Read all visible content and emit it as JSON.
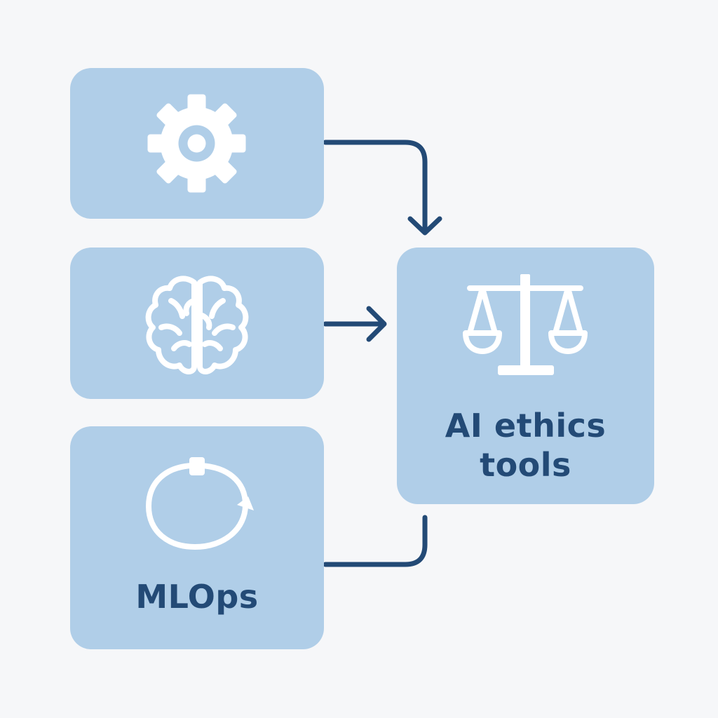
{
  "nodes": {
    "gear": {
      "icon": "gear-icon",
      "label": ""
    },
    "brain": {
      "icon": "brain-icon",
      "label": ""
    },
    "mlops": {
      "icon": "cycle-arrow-icon",
      "label": "MLOps"
    },
    "ethics": {
      "icon": "scales-icon",
      "label_line1": "AI ethics",
      "label_line2": "tools"
    }
  },
  "edges": [
    {
      "from": "gear",
      "to": "ethics"
    },
    {
      "from": "brain",
      "to": "ethics"
    },
    {
      "from": "mlops",
      "to": "ethics"
    }
  ],
  "colors": {
    "background": "#f6f7f9",
    "box_fill": "#b0cee8",
    "icon": "#ffffff",
    "connector": "#234a76",
    "text": "#234a76"
  }
}
